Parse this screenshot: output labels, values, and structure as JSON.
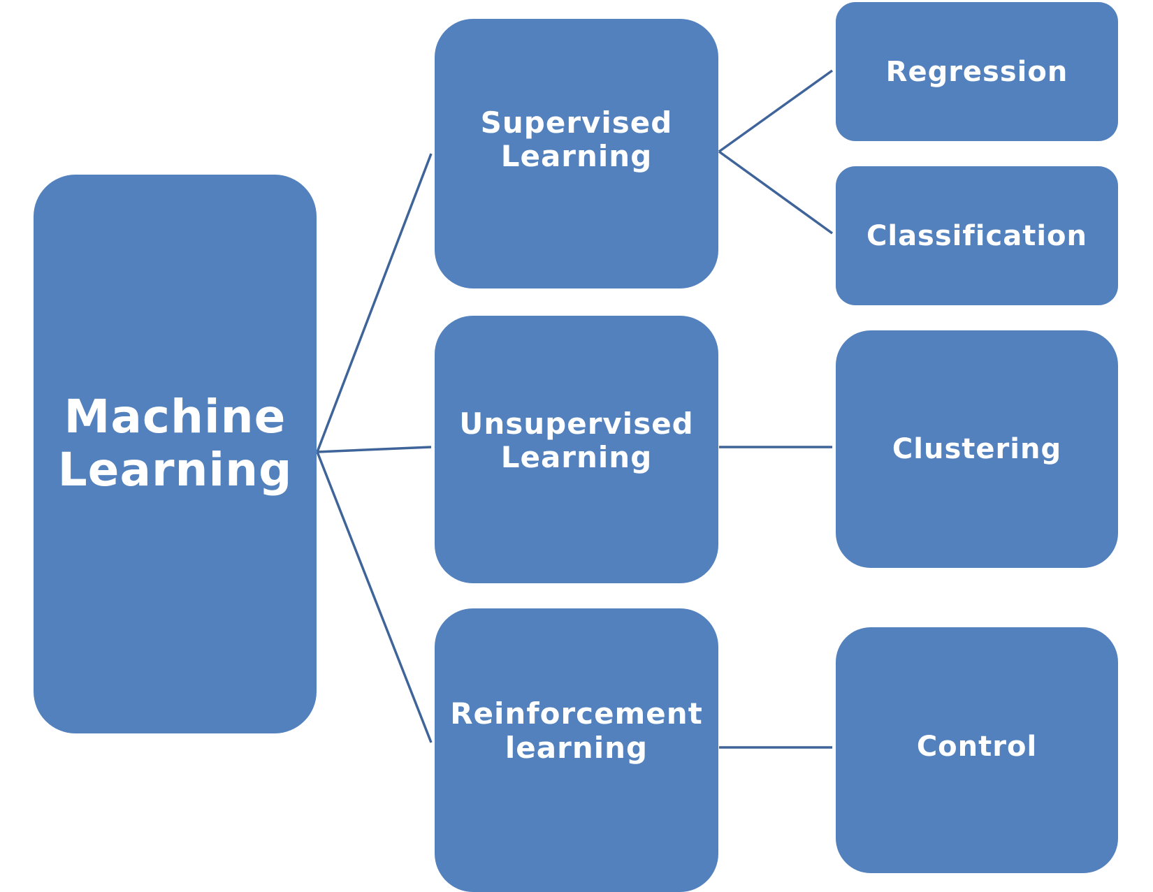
{
  "colors": {
    "box_fill": "#5281bd",
    "connector": "#3f649a",
    "text": "#ffffff"
  },
  "nodes": {
    "root": "Machine\nLearning",
    "supervised": "Supervised\nLearning",
    "unsupervised": "Unsupervised\nLearning",
    "reinforcement": "Reinforcement\nlearning",
    "regression": "Regression",
    "classification": "Classification",
    "clustering": "Clustering",
    "control": "Control"
  }
}
